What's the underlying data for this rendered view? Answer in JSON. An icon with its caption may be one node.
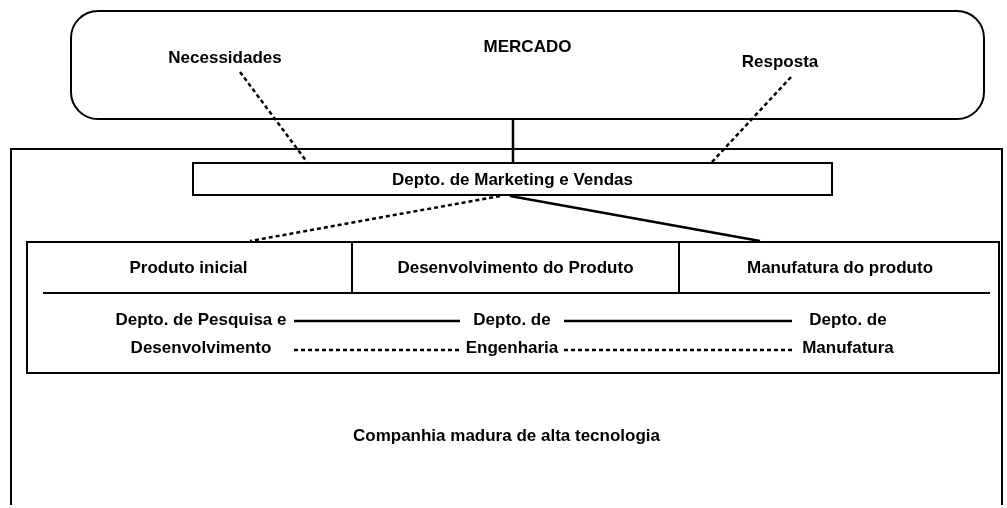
{
  "diagram": {
    "nodes": [
      {
        "text": [
          "MERCADO"
        ]
      },
      {
        "text": [
          "Necessidades"
        ],
        "in": 0
      },
      {
        "text": [
          "Resposta"
        ],
        "in": 0
      },
      {
        "text": [
          "Companhia madura de alta tecnologia"
        ]
      },
      {
        "text": [
          "Depto. de Marketing e Vendas"
        ],
        "in": 3
      },
      {
        "text": [],
        "shape": "box",
        "in": 3
      },
      {
        "text": [
          "Produto inicial"
        ],
        "in": 5
      },
      {
        "text": [
          "Desenvolvimento do Produto"
        ],
        "in": 5
      },
      {
        "text": [
          "Manufatura do produto"
        ],
        "in": 5
      },
      {
        "text": [
          "Depto. de Pesquisa e Desenvolvimento"
        ],
        "in": 5
      },
      {
        "text": [
          "Depto. de Engenharia"
        ],
        "in": 5
      },
      {
        "text": [
          "Depto. de Manufatura"
        ],
        "in": 5
      }
    ],
    "edges": [
      {
        "from": 0,
        "to": 4,
        "arrow": "none"
      },
      {
        "from": 1,
        "to": 4,
        "arrow": "none",
        "style": "dashed"
      },
      {
        "from": 4,
        "to": 2,
        "arrow": "none",
        "style": "dashed"
      },
      {
        "from": 4,
        "to": 6,
        "arrow": "none",
        "style": "dashed"
      },
      {
        "from": 4,
        "to": 8,
        "arrow": "none"
      },
      {
        "from": 9,
        "to": 10,
        "arrow": "none"
      },
      {
        "from": 9,
        "to": 10,
        "arrow": "none",
        "style": "dashed"
      },
      {
        "from": 10,
        "to": 11,
        "arrow": "none"
      },
      {
        "from": 10,
        "to": 11,
        "arrow": "none",
        "style": "dashed"
      }
    ]
  }
}
